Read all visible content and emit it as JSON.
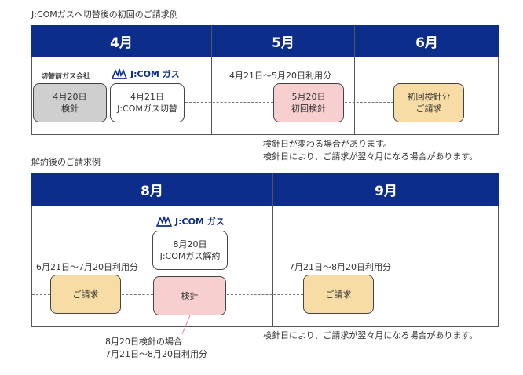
{
  "section1": {
    "title": "J:COMガスへ切替後の初回のご請求例",
    "months": [
      "4月",
      "5月",
      "6月"
    ],
    "previous_company_label": "切替前ガス会社",
    "logo_text": "J:COM ガス",
    "box_prev_reading": [
      "4月20日",
      "検針"
    ],
    "box_switch": [
      "4月21日",
      "J:COMガス切替"
    ],
    "usage_range": "4月21日～5月20日利用分",
    "box_first_reading": [
      "5月20日",
      "初回検針"
    ],
    "box_first_bill": [
      "初回検針分",
      "ご請求"
    ],
    "notes": [
      "検針日が変わる場合があります。",
      "検針日により、ご請求が翌々月になる場合があります。"
    ]
  },
  "section2": {
    "title": "解約後のご請求例",
    "months": [
      "8月",
      "9月"
    ],
    "logo_text": "J:COM ガス",
    "box_cancel": [
      "8月20日",
      "J:COMガス解約"
    ],
    "usage_range_1": "6月21日～7月20日利用分",
    "box_bill_1": "ご請求",
    "box_reading": "検針",
    "usage_range_2": "7月21日～8月20日利用分",
    "box_bill_2": "ご請求",
    "note": "検針日により、ご請求が翌々月になる場合があります。",
    "callout": [
      "8月20日検針の場合",
      "7月21日～8月20日利用分"
    ]
  },
  "colors": {
    "header_navy": "#0c2d8a",
    "gray_box": "#cfcfcf",
    "pink_box": "#f8cfcf",
    "yellow_box": "#f8dca6",
    "callout_line": "#e88a9a"
  }
}
